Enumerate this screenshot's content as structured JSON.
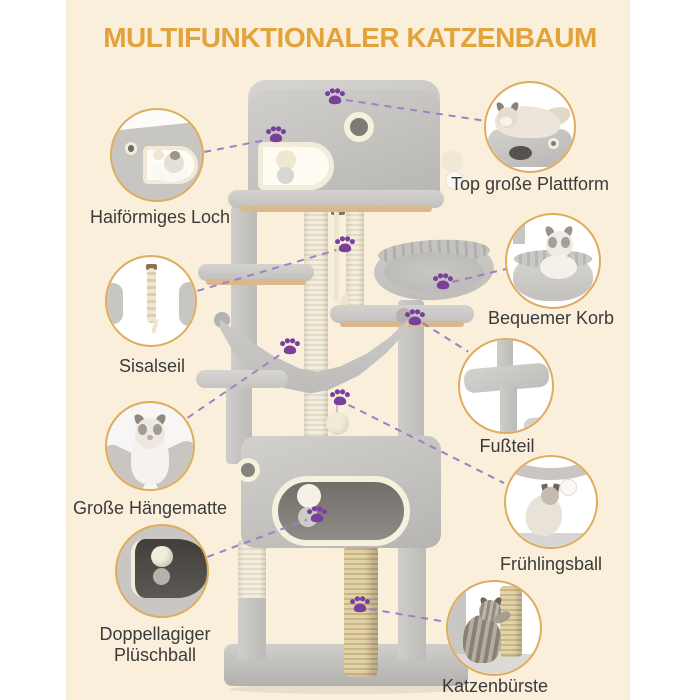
{
  "title": "MULTIFUNKTIONALER KATZENBAUM",
  "features": {
    "left": [
      {
        "label": "Haiförmiges Loch"
      },
      {
        "label": "Sisalseil"
      },
      {
        "label": "Große Hängematte"
      },
      {
        "label": "Doppellagiger Plüschball"
      }
    ],
    "right": [
      {
        "label": "Top große Plattform"
      },
      {
        "label": "Bequemer Korb"
      },
      {
        "label": "Fußteil"
      },
      {
        "label": "Frühlingsball"
      },
      {
        "label": "Katzenbürste"
      }
    ]
  },
  "icons": {
    "paw": "paw-print"
  },
  "colors": {
    "page_bg": "#FFFFFF",
    "panel_bg": "#F9EFDB",
    "title_color": "#E3A33C",
    "label_color": "#3B3B3B",
    "paw_color": "#7A3E9D",
    "connector_color": "#9B82C4",
    "circle_border_color": "#DFAC5D",
    "tree_gray": "#C8C6C3",
    "sisal_color": "#EFE9D6",
    "wood_color": "#D9B98C",
    "brush_color": "#D9C698"
  }
}
